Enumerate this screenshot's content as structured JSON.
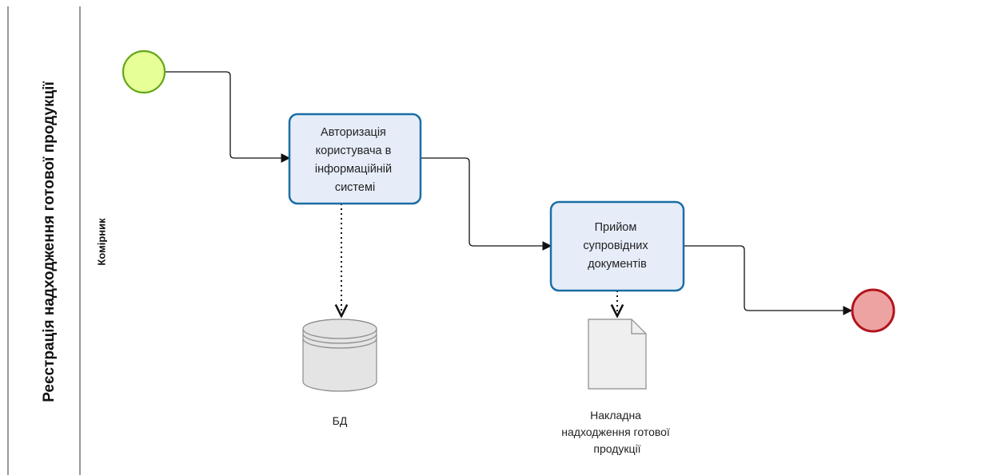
{
  "pool": {
    "title": "Реєстрація надходження готової продукції",
    "lane": "Комірник"
  },
  "events": {
    "start": {
      "fill": "#e6ff97",
      "stroke": "#62a716"
    },
    "end": {
      "fill": "#eea3a3",
      "stroke": "#b1151c"
    }
  },
  "tasks": [
    {
      "lines": [
        "Авторизація",
        "користувача в",
        "інформаційній",
        "системі"
      ],
      "fill": "#e6edf9",
      "stroke": "#1b6ea4"
    },
    {
      "lines": [
        "Прийом",
        "супровідних",
        "документів"
      ],
      "fill": "#e6edf9",
      "stroke": "#1b6ea4"
    }
  ],
  "data_store": {
    "label": "БД",
    "fill": "#e4e4e4",
    "stroke": "#8b8b8b"
  },
  "data_object": {
    "lines": [
      "Накладна",
      "надходження готової",
      "продукції"
    ],
    "fill": "#efefef",
    "stroke": "#8b8b8b"
  }
}
